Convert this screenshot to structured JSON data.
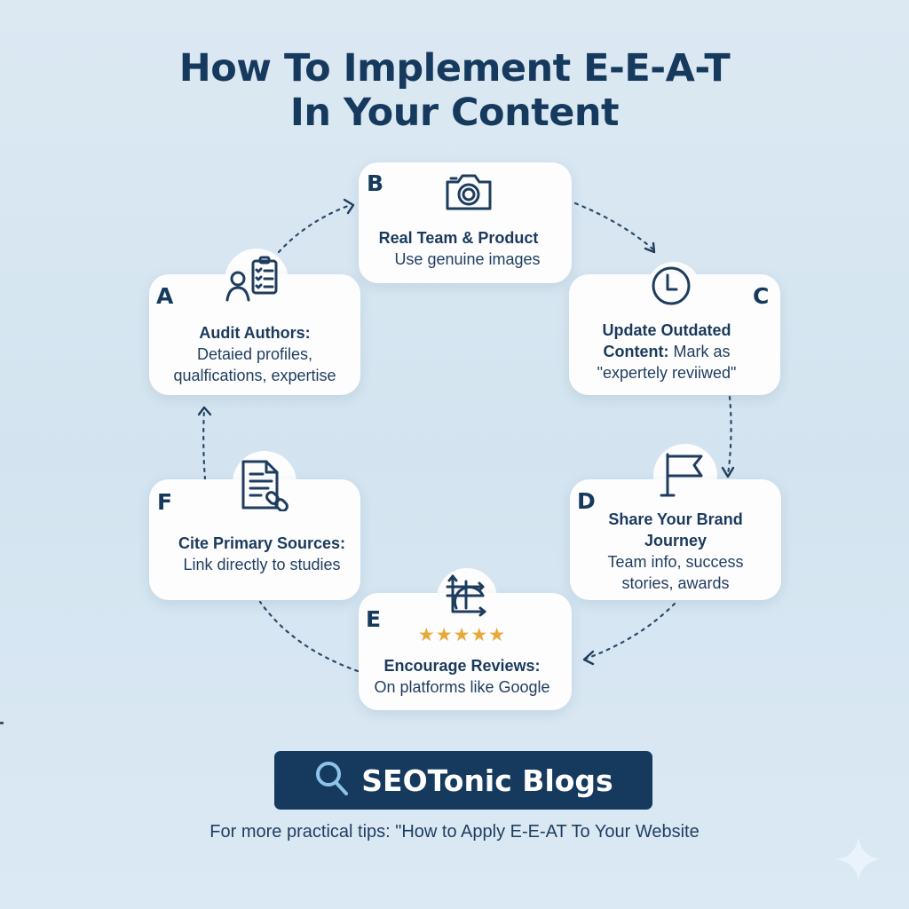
{
  "title": {
    "line1": "How To Implement E-E-A-T",
    "line2": "In Your Content"
  },
  "steps": [
    {
      "letter": "A",
      "icon": "author-checklist-icon",
      "heading": "Audit Authors:",
      "lines": [
        "Detaied profiles,",
        "qualfications, expertise"
      ]
    },
    {
      "letter": "B",
      "icon": "camera-icon",
      "heading": "Real Team & Product",
      "lines": [
        "Use genuine images"
      ]
    },
    {
      "letter": "C",
      "icon": "clock-icon",
      "heading": "Update Outdated",
      "heading2": "Content:",
      "inline": " Mark as",
      "lines": [
        "\"expertely reviiwed\""
      ]
    },
    {
      "letter": "D",
      "icon": "flag-icon",
      "heading": "Share Your Brand",
      "heading2": "Journey",
      "lines": [
        "Team info, success",
        "stories, awards"
      ]
    },
    {
      "letter": "E",
      "icon": "globe-arrows-icon",
      "rating": "★★★★★",
      "rating_color": "#e8a838",
      "heading": "Encourage Reviews:",
      "lines": [
        "On platforms like Google"
      ]
    },
    {
      "letter": "F",
      "icon": "document-link-icon",
      "heading": "Cite Primary Sources:",
      "lines": [
        "Link directly to studies"
      ]
    }
  ],
  "brand": {
    "icon": "search-icon",
    "label": "SEOTonic Blogs",
    "background": "#163a5e"
  },
  "footer": {
    "text": "For more practical tips: \"How to Apply E-E-AT To Your Website"
  },
  "colors": {
    "primary": "#163a5e",
    "background": "#d8e7f2",
    "card": "#fdfdfe",
    "star": "#e8a838",
    "search_icon": "#8ec3ea"
  }
}
